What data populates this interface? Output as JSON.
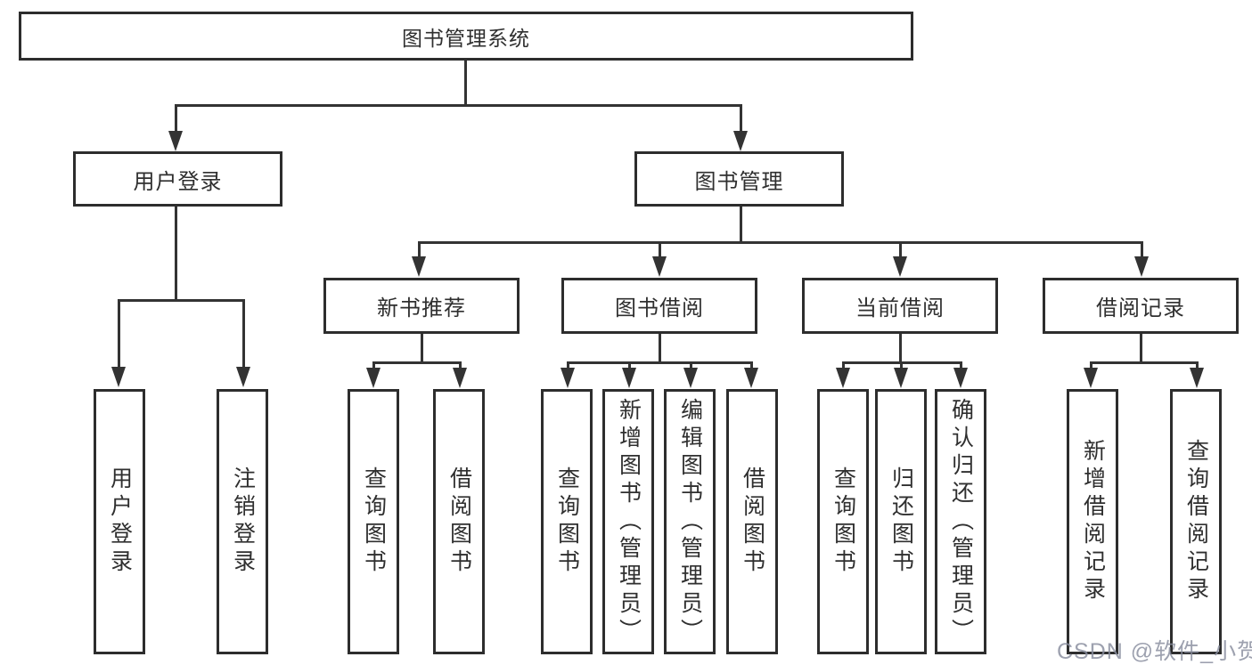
{
  "tree": {
    "label": "图书管理系统",
    "children": [
      {
        "label": "用户登录",
        "children": [
          {
            "label": "用户登录"
          },
          {
            "label": "注销登录"
          }
        ]
      },
      {
        "label": "图书管理",
        "children": [
          {
            "label": "新书推荐",
            "children": [
              {
                "label": "查询图书"
              },
              {
                "label": "借阅图书"
              }
            ]
          },
          {
            "label": "图书借阅",
            "children": [
              {
                "label": "查询图书"
              },
              {
                "label": "新增图书（管理员）"
              },
              {
                "label": "编辑图书（管理员）"
              },
              {
                "label": "借阅图书"
              }
            ]
          },
          {
            "label": "当前借阅",
            "children": [
              {
                "label": "查询图书"
              },
              {
                "label": "归还图书"
              },
              {
                "label": "确认归还（管理员）"
              }
            ]
          },
          {
            "label": "借阅记录",
            "children": [
              {
                "label": "新增借阅记录"
              },
              {
                "label": "查询借阅记录"
              }
            ]
          }
        ]
      }
    ]
  },
  "watermark": "CSDN @软件_小贺同学",
  "colors": {
    "line": "#333333",
    "box_border": "#2d2d2d",
    "text": "#2f2f2f",
    "watermark_text": "#878c9e"
  }
}
